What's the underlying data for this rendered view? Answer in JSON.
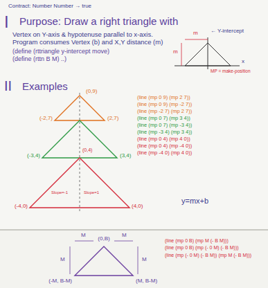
{
  "diagram": {
    "labels": [
      "Contract: Number Number → true",
      "I",
      "Purpose: Draw a right triangle with",
      "Vertex on Y-axis & hypotenuse parallel to x-axis. Program consumes Vertex (b) and X,Y distance (m)",
      "← Y-intercept",
      "m",
      "m",
      "x",
      "MP = make-position",
      "(define (rttriangle y-intercept move)",
      "(define (rttn B M) ..)",
      "II",
      "Examples",
      "(0,9)",
      "(-2,7)",
      "(2,7)",
      "(-3,4)",
      "(3,4)",
      "(0,4)",
      "(-4,0)",
      "(4,0)",
      "Slope=-1",
      "Slope=1",
      "(line (mp 0 9) (mp 2 7))",
      "(line (mp 0 9) (mp -2 7))",
      "(line (mp -2 7) (mp 2 7))",
      "(line (mp 0 7) (mp 3 4))",
      "(line (mp 0 7) (mp -3 4))",
      "(line (mp -3 4) (mp 3 4))",
      "(line (mp 0 4) (mp 4 0))",
      "(line (mp 0 4) (mp -4 0))",
      "(line (mp -4 0) (mp 4 0))",
      "y=mx+b",
      "M",
      "M",
      "(0,B)",
      "M",
      "M",
      "(-M, B-M)",
      "(M, B-M)",
      "(line (mp 0 B) (mp M (- B M)))",
      "(line (mp 0 B) (mp (- 0 M) (- B M)))",
      "(line (mp (- 0 M) (- B M)) (mp M (- B M)))"
    ]
  }
}
